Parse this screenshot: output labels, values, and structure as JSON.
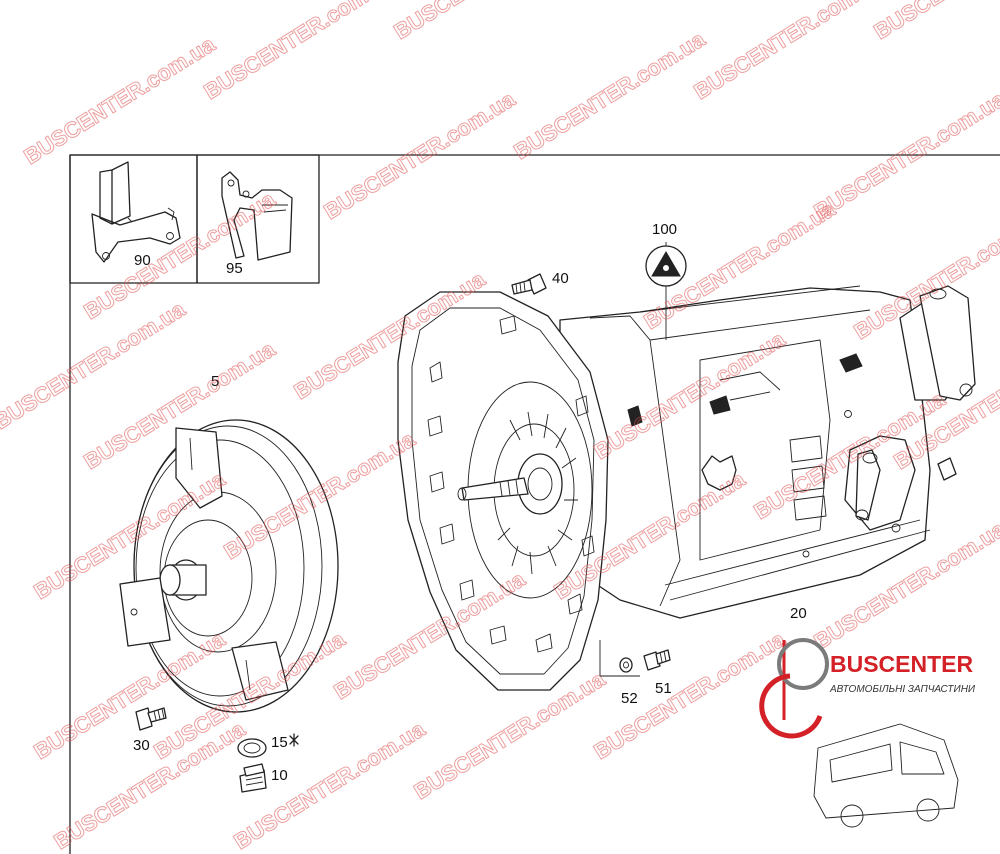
{
  "part_numbers": {
    "p90": "90",
    "p95": "95",
    "p100": "100",
    "p40": "40",
    "p5": "5",
    "p20": "20",
    "p52": "52",
    "p51": "51",
    "p30": "30",
    "p15": "15",
    "p10": "10"
  },
  "watermark": {
    "text": "BUSCENTER.com.ua",
    "color": "#e05050"
  },
  "logo": {
    "name": "BUSCENTER",
    "subtitle": "АВТОМОБІЛЬНІ ЗАПЧАСТИНИ",
    "color": "#d42027"
  }
}
